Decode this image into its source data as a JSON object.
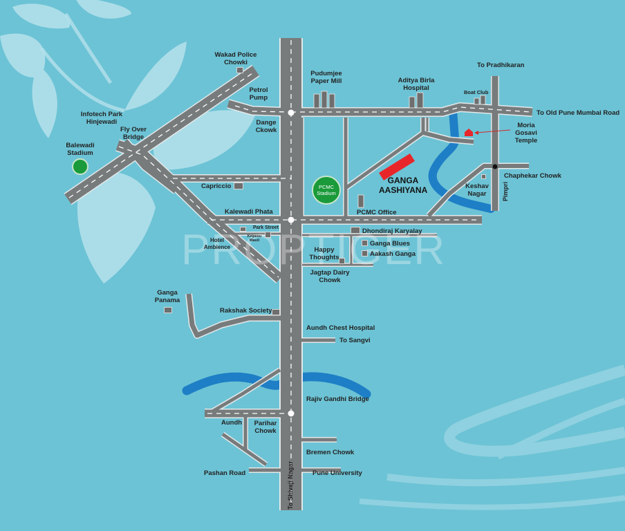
{
  "watermark": "PROPTIGER",
  "project": {
    "name_line1": "GANGA",
    "name_line2": "AASHIYANA"
  },
  "stadium_pcmc": {
    "line1": "PCMC",
    "line2": "Stadium"
  },
  "labels": {
    "wakad": [
      "Wakad Police",
      "Chowki"
    ],
    "petrol": [
      "Petrol",
      "Pump"
    ],
    "infotech": [
      "Infotech Park",
      "Hinjewadi"
    ],
    "flyover": [
      "Fly Over",
      "Bridge"
    ],
    "balewadi": [
      "Balewadi",
      "Stadium"
    ],
    "dange": [
      "Dange",
      "Ckowk"
    ],
    "pudumjee": [
      "Pudumjee",
      "Paper Mill"
    ],
    "aditya": [
      "Aditya Birla",
      "Hospital"
    ],
    "pradhikaran": "To Pradhikaran",
    "boatclub": "Boat Club",
    "oldpune": "To Old Pune Mumbai Road",
    "moria": [
      "Moria",
      "Gosavi",
      "Temple"
    ],
    "chaphekar": "Chaphekar Chowk",
    "keshav": [
      "Keshav",
      "Nagar"
    ],
    "pimpri": "Pimpri",
    "capriccio": "Capriccio",
    "pcmc_office": "PCMC Office",
    "kalewadi": "Kalewadi Phata",
    "parkstreet": "Park Street",
    "kripesu": [
      "Kripesu",
      "Wasti"
    ],
    "hotel": [
      "Hotel",
      "Ambience"
    ],
    "dhondiraj": "Dhondiraj Karyalay",
    "gangablues": "Ganga Blues",
    "aakash": "Aakash Ganga",
    "happy": [
      "Happy",
      "Thoughts"
    ],
    "jagtap": [
      "Jagtap Dairy",
      "Chowk"
    ],
    "gangapanama": [
      "Ganga",
      "Panama"
    ],
    "rakshak": "Rakshak Society",
    "aundhchest": "Aundh Chest Hospital",
    "sangvi": "To Sangvi",
    "rajiv": "Rajiv Gandhi Bridge",
    "aundh": "Aundh",
    "parihar": [
      "Parihar",
      "Chowk"
    ],
    "bremen": "Bremen Chowk",
    "pashan": "Pashan Road",
    "puneuni": "Pune University",
    "shivaji": "To Shivaji Nagar"
  },
  "colors": {
    "background": "#6cc3d5",
    "road": "#787b7c",
    "road_edge": "#e4e9ea",
    "river": "#1e7fc6",
    "project_marker": "#e8262a",
    "stadium": "#1a9a3a",
    "building": "#6e6e6e"
  }
}
